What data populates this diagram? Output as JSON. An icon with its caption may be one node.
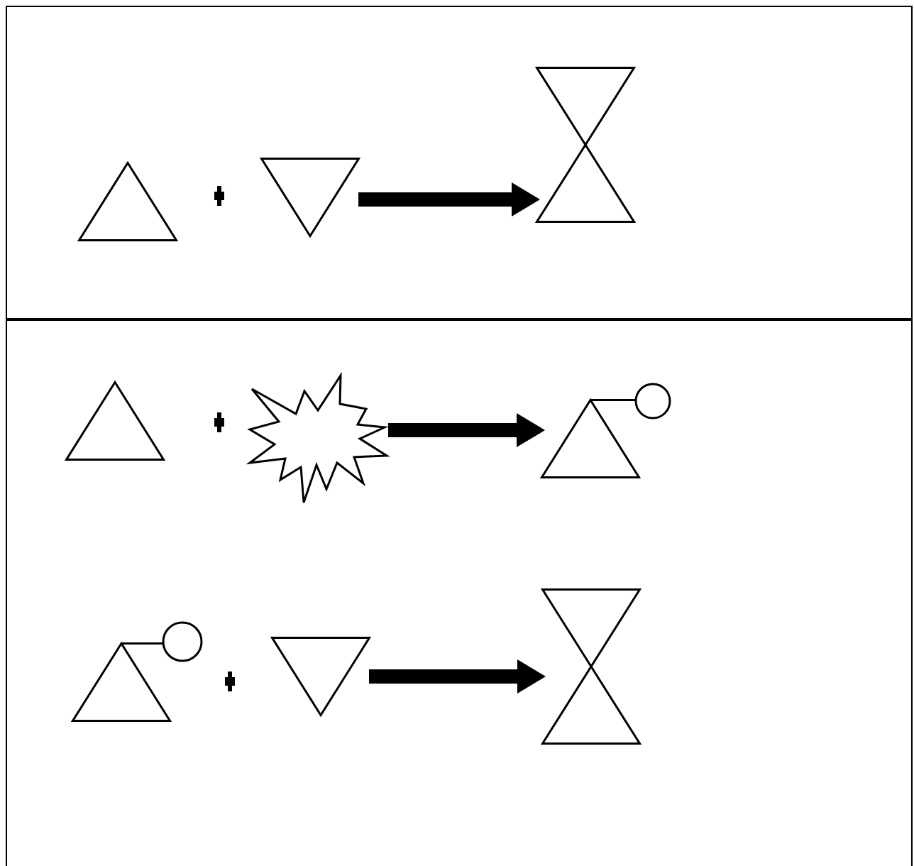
{
  "diagram": {
    "nodes": [
      {
        "text": [],
        "shape": "box"
      },
      {
        "text": [],
        "shape": "triangle",
        "in": 0
      },
      {
        "text": [],
        "shape": "triangle",
        "in": 0
      },
      {
        "text": [],
        "shape": "hourglass",
        "in": 0
      },
      {
        "text": [],
        "shape": "box"
      },
      {
        "text": [],
        "shape": "triangle",
        "in": 4
      },
      {
        "text": [],
        "shape": "starburst",
        "in": 4
      },
      {
        "text": [],
        "shape": "triangle",
        "in": 4
      },
      {
        "text": [],
        "shape": "triangle",
        "in": 4
      },
      {
        "text": [],
        "shape": "triangle",
        "in": 4
      },
      {
        "text": [],
        "shape": "hourglass",
        "in": 4
      }
    ],
    "edges": [
      {
        "from": 2,
        "to": 3,
        "arrow": "to"
      },
      {
        "from": 6,
        "to": 7,
        "arrow": "to"
      },
      {
        "from": 9,
        "to": 10,
        "arrow": "to"
      }
    ]
  }
}
